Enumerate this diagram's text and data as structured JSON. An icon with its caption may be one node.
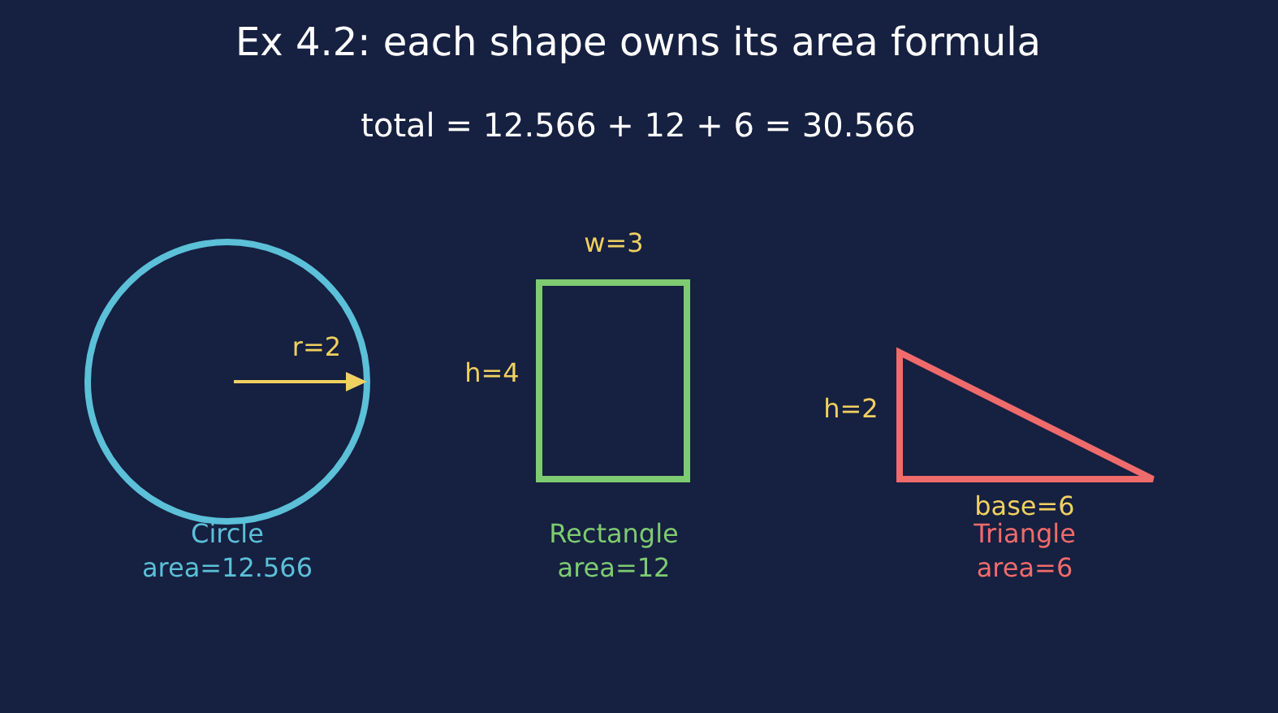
{
  "diagram": {
    "title": "Ex 4.2: each shape owns its area formula",
    "nodes": [
      {
        "text": [],
        "shape": "circle",
        "beside": [
          "Circle",
          "area=12.566"
        ]
      },
      {
        "text": [],
        "shape": "box",
        "beside": [
          "Rectangle",
          "area=12"
        ]
      },
      {
        "text": [],
        "shape": "triangle",
        "beside": [
          "Triangle",
          "area=6"
        ]
      }
    ],
    "labels": [
      "total = 12.566 + 12 + 6 = 30.566",
      "r=2",
      "w=3",
      "h=4",
      "h=2",
      "base=6"
    ]
  }
}
